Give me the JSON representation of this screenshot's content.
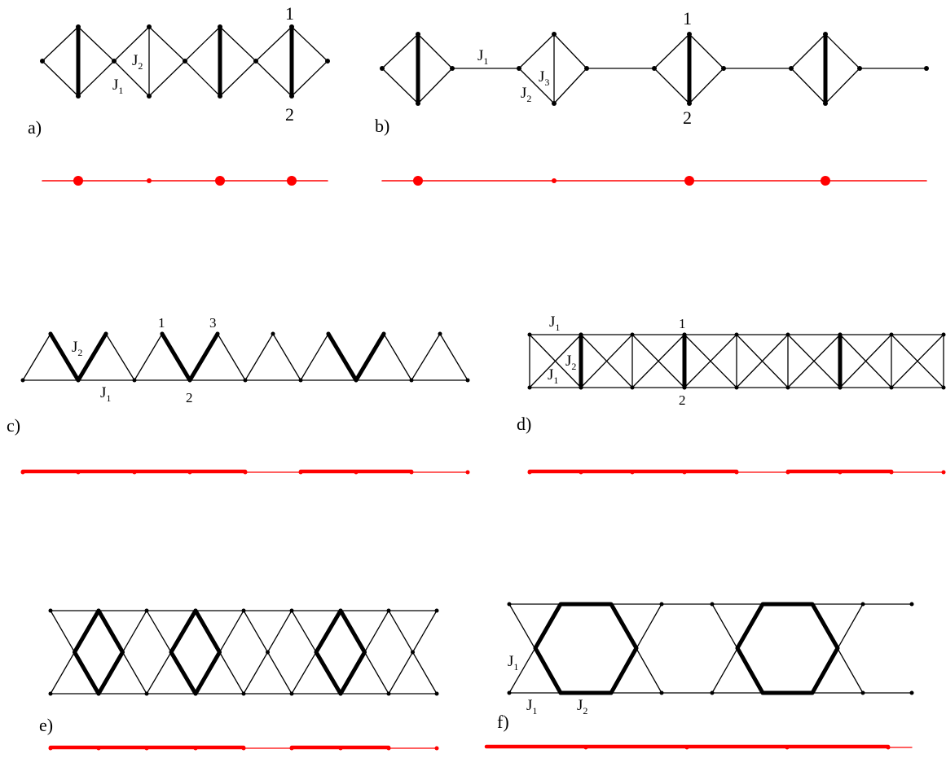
{
  "panels": {
    "a": {
      "tag": "a)",
      "labels": {
        "J1": "J",
        "J1_sub": "1",
        "J2": "J",
        "J2_sub": "2",
        "n1": "1",
        "n2": "2"
      }
    },
    "b": {
      "tag": "b)",
      "labels": {
        "J1": "J",
        "J1_sub": "1",
        "J2": "J",
        "J2_sub": "2",
        "J3": "J",
        "J3_sub": "3",
        "n1": "1",
        "n2": "2"
      }
    },
    "c": {
      "tag": "c)",
      "labels": {
        "J1": "J",
        "J1_sub": "1",
        "J2": "J",
        "J2_sub": "2",
        "n1": "1",
        "n2": "2",
        "n3": "3"
      }
    },
    "d": {
      "tag": "d)",
      "labels": {
        "J1a": "J",
        "J1a_sub": "1",
        "J1b": "J",
        "J1b_sub": "1",
        "J2": "J",
        "J2_sub": "2",
        "n1": "1",
        "n2": "2"
      }
    },
    "e": {
      "tag": "e)"
    },
    "f": {
      "tag": "f)",
      "labels": {
        "J1a": "J",
        "J1a_sub": "1",
        "J1b": "J",
        "J1b_sub": "1",
        "J2": "J",
        "J2_sub": "2"
      }
    }
  },
  "colors": {
    "lattice": "#000000",
    "effective_chain": "#ff0000"
  }
}
